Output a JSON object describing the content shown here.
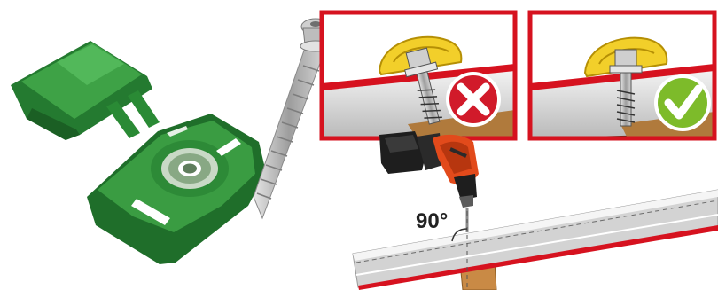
{
  "angle": {
    "label": "90°"
  },
  "panels": [
    {
      "name": "incorrect",
      "status": "wrong"
    },
    {
      "name": "correct",
      "status": "right"
    }
  ],
  "icons": {
    "wrong": "x-mark-icon",
    "right": "check-mark-icon"
  },
  "colors": {
    "cap_green": "#2e8f3a",
    "cap_green_light": "#49b04f",
    "frame_red": "#d6121f",
    "wrong_red": "#d11a2a",
    "right_green": "#7dbb2a",
    "washer_yellow": "#f2cf2a",
    "wood_brown": "#b07a3c",
    "drill_orange": "#e24a1b"
  }
}
